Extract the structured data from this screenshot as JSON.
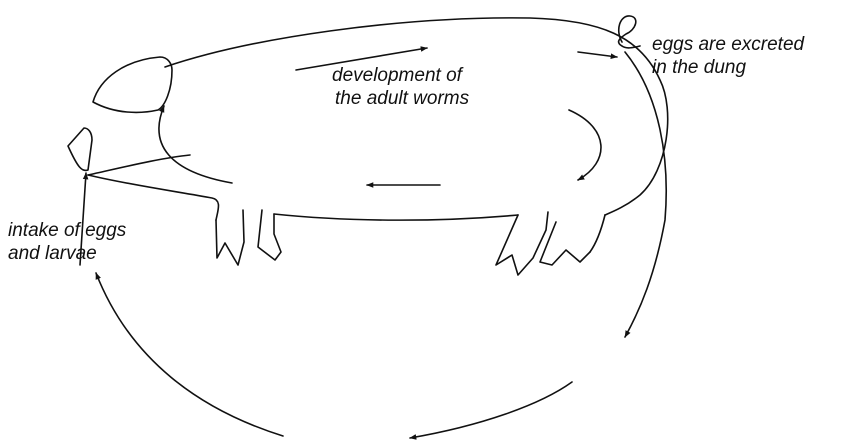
{
  "labels": {
    "development": {
      "line1": "development of",
      "line2": "the adult worms"
    },
    "excretion": {
      "line1": "eggs are excreted",
      "line2": "in the dung"
    },
    "intake": {
      "line1": "intake of eggs",
      "line2": "and larvae"
    }
  },
  "colors": {
    "stroke": "#111111",
    "background": "#ffffff"
  }
}
